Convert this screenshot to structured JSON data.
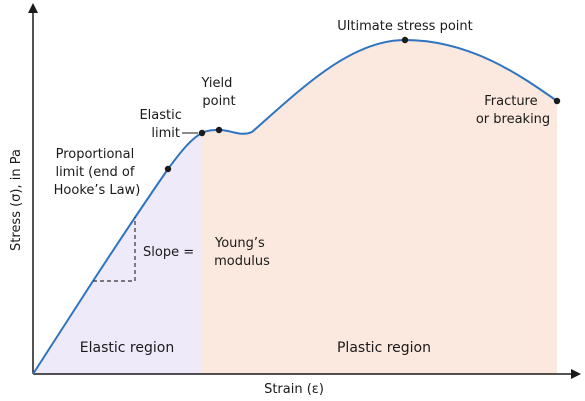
{
  "diagram": {
    "axes": {
      "x_label": "Strain (ε)",
      "y_label": "Stress (σ), in Pa"
    },
    "labels": {
      "ultimate": "Ultimate stress point",
      "yield": [
        "Yield",
        "point"
      ],
      "elastic_limit": [
        "Elastic",
        "limit"
      ],
      "proportional": [
        "Proportional",
        "limit (end of",
        "Hooke’s Law)"
      ],
      "fracture": [
        "Fracture",
        "or breaking"
      ],
      "slope": "Slope =",
      "youngs": [
        "Young’s",
        "modulus"
      ],
      "elastic_region": "Elastic region",
      "plastic_region": "Plastic region"
    },
    "colors": {
      "curve": "#2e74c0",
      "elastic_fill": "#efeafa",
      "plastic_fill": "#fbe8de",
      "axis": "#1a1a1a",
      "point": "#1a1a1a"
    }
  }
}
